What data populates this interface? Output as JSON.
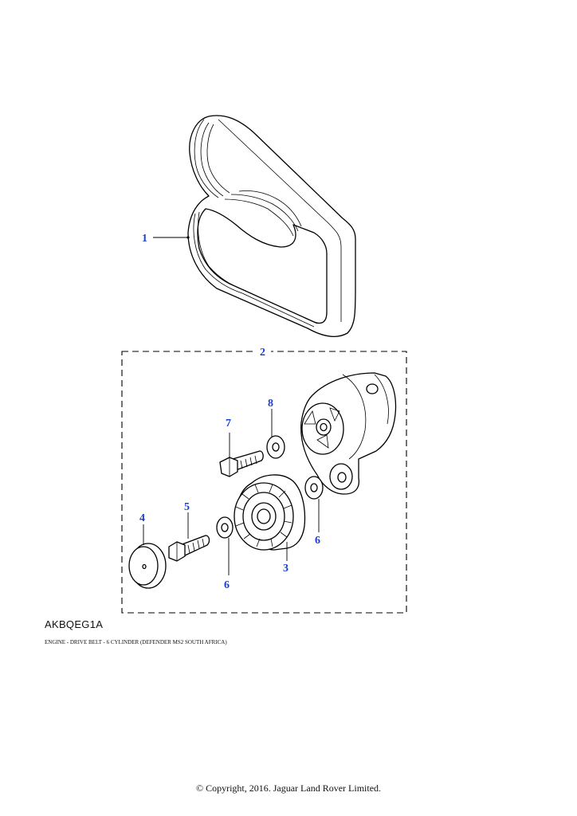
{
  "diagram": {
    "callouts": {
      "c1": "1",
      "c2": "2",
      "c3": "3",
      "c4": "4",
      "c5": "5",
      "c6a": "6",
      "c6b": "6",
      "c7": "7",
      "c8": "8"
    },
    "callout_color": "#1a3fd6"
  },
  "code": "AKBQEG1A",
  "caption": "ENGINE - DRIVE BELT - 6 CYLINDER (DEFENDER MS2 SOUTH AFRICA)",
  "copyright": "© Copyright, 2016. Jaguar Land Rover Limited."
}
